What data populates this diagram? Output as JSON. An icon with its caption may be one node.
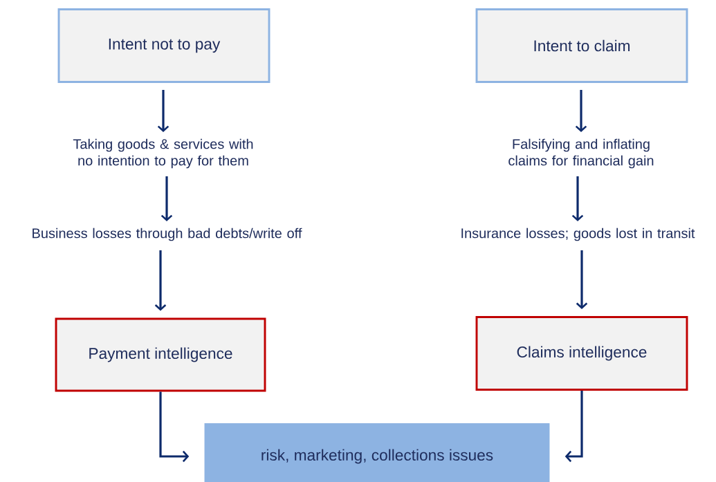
{
  "diagram": {
    "nodes": [
      {
        "text": [
          "Intent not to pay"
        ]
      },
      {
        "text": [
          "Taking goods & services with no intention to pay for them"
        ]
      },
      {
        "text": [
          "Business losses through bad debts/write off"
        ]
      },
      {
        "text": [
          "Payment intelligence"
        ]
      },
      {
        "text": [
          "Intent to claim"
        ]
      },
      {
        "text": [
          "Falsifying and inflating claims for financial gain"
        ]
      },
      {
        "text": [
          "Insurance losses; goods lost in transit"
        ]
      },
      {
        "text": [
          "Claims intelligence"
        ]
      },
      {
        "text": [
          "risk, marketing, collections issues"
        ]
      }
    ],
    "edges": [
      {
        "from": 0,
        "to": 1,
        "arrow": "to"
      },
      {
        "from": 1,
        "to": 2,
        "arrow": "to"
      },
      {
        "from": 2,
        "to": 3,
        "arrow": "to"
      },
      {
        "from": 4,
        "to": 5,
        "arrow": "to"
      },
      {
        "from": 5,
        "to": 6,
        "arrow": "to"
      },
      {
        "from": 6,
        "to": 7,
        "arrow": "to"
      },
      {
        "from": 3,
        "to": 8,
        "arrow": "to"
      },
      {
        "from": 7,
        "to": 8,
        "arrow": "to"
      }
    ]
  }
}
